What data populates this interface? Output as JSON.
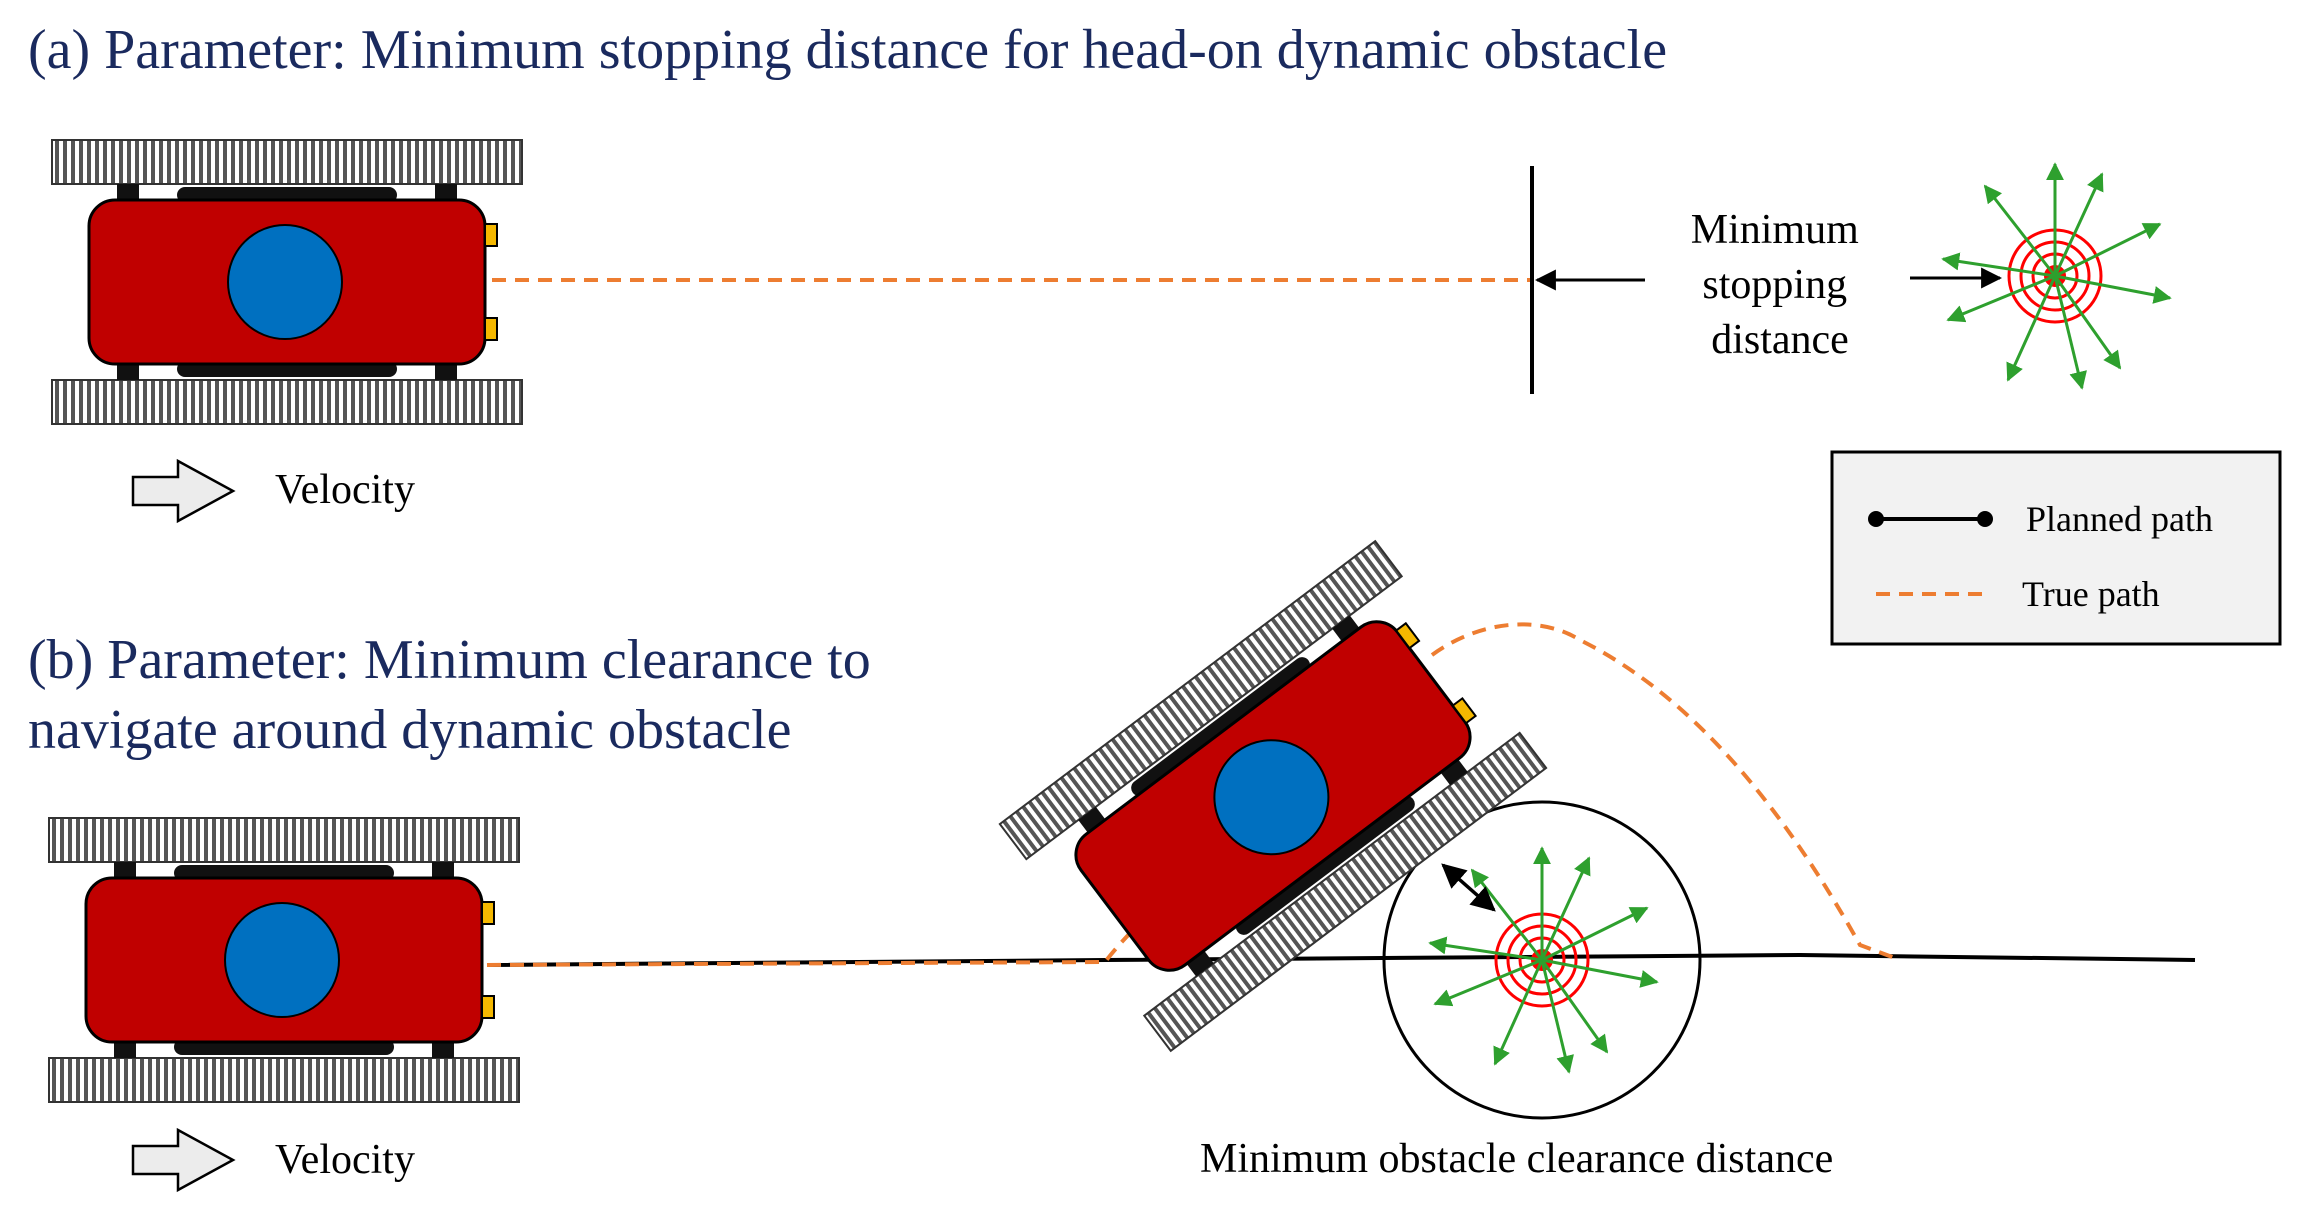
{
  "panel_a": {
    "title": "(a) Parameter: Minimum stopping distance for head-on dynamic obstacle",
    "stopping_label": [
      "Minimum",
      "stopping",
      "distance"
    ],
    "velocity_label": "Velocity"
  },
  "panel_b": {
    "title_lines": [
      "(b) Parameter: Minimum clearance to",
      "navigate around dynamic obstacle"
    ],
    "velocity_label": "Velocity",
    "clearance_label": "Minimum obstacle clearance distance"
  },
  "legend": {
    "planned_label": "Planned path",
    "true_label": "True path"
  },
  "colors": {
    "title_text": "#1a2a5e",
    "robot_body": "#c00000",
    "robot_core": "#0070c0",
    "sensor": "#f5b800",
    "true_path": "#ed7d31",
    "obstacle": "#ff0000",
    "arrow": "#2ea02e",
    "legend_bg": "#f2f2f2"
  }
}
